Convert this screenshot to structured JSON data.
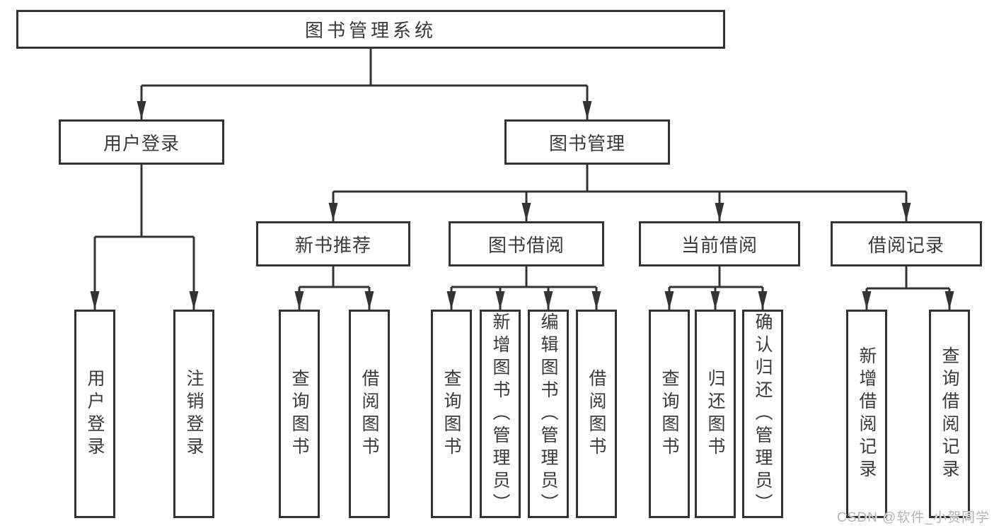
{
  "diagram": {
    "colors": {
      "line": "#333333",
      "box_border": "#333333",
      "text": "#3a3a3a",
      "background": "#ffffff",
      "watermark": "#b4b4b8"
    },
    "tree": {
      "label": "图书管理系统",
      "children": [
        {
          "label": "用户登录",
          "children": [
            {
              "label": "用户登录"
            },
            {
              "label": "注销登录"
            }
          ]
        },
        {
          "label": "图书管理",
          "children": [
            {
              "label": "新书推荐",
              "children": [
                {
                  "label": "查询图书"
                },
                {
                  "label": "借阅图书"
                }
              ]
            },
            {
              "label": "图书借阅",
              "children": [
                {
                  "label": "查询图书"
                },
                {
                  "label": "新增图书（管理员）"
                },
                {
                  "label": "编辑图书（管理员）"
                },
                {
                  "label": "借阅图书"
                }
              ]
            },
            {
              "label": "当前借阅",
              "children": [
                {
                  "label": "查询图书"
                },
                {
                  "label": "归还图书"
                },
                {
                  "label": "确认归还（管理员）"
                }
              ]
            },
            {
              "label": "借阅记录",
              "children": [
                {
                  "label": "新增借阅记录"
                },
                {
                  "label": "查询借阅记录"
                }
              ]
            }
          ]
        }
      ]
    },
    "watermark": "CSDN @软件_小贺同学"
  }
}
